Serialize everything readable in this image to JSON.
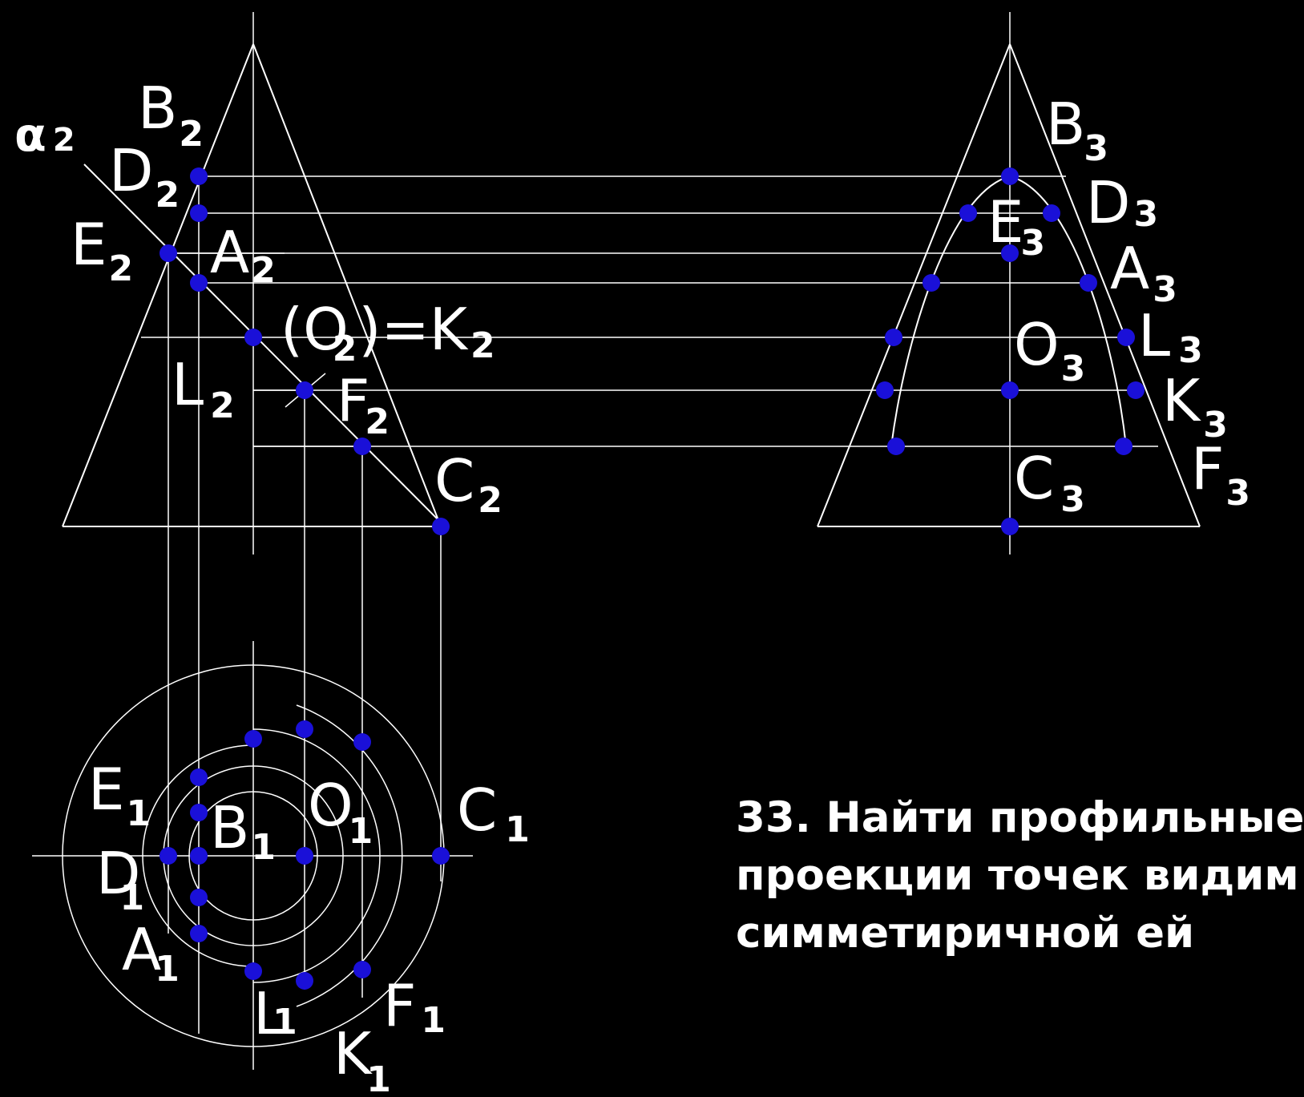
{
  "labels": {
    "alpha2": {
      "main": "α",
      "sub": "2"
    },
    "B2": {
      "main": "B",
      "sub": "2"
    },
    "D2": {
      "main": "D",
      "sub": "2"
    },
    "E2": {
      "main": "E",
      "sub": "2"
    },
    "A2": {
      "main": "A",
      "sub": "2"
    },
    "O2K2": {
      "main": "(O",
      "sub1": "2",
      "main2": ")=K",
      "sub2": "2"
    },
    "L2": {
      "main": "L",
      "sub": "2"
    },
    "F2": {
      "main": "F",
      "sub": "2"
    },
    "C2": {
      "main": "C",
      "sub": "2"
    },
    "B3": {
      "main": "B",
      "sub": "3"
    },
    "E3": {
      "main": "E",
      "sub": "3"
    },
    "D3": {
      "main": "D",
      "sub": "3"
    },
    "A3": {
      "main": "A",
      "sub": "3"
    },
    "O3": {
      "main": "O",
      "sub": "3"
    },
    "L3": {
      "main": "L",
      "sub": "3"
    },
    "K3": {
      "main": "K",
      "sub": "3"
    },
    "F3": {
      "main": "F",
      "sub": "3"
    },
    "C3": {
      "main": "C",
      "sub": "3"
    },
    "E1": {
      "main": "E",
      "sub": "1"
    },
    "B1": {
      "main": "B",
      "sub": "1"
    },
    "O1": {
      "main": "O",
      "sub": "1"
    },
    "C1": {
      "main": "C",
      "sub": "1"
    },
    "D1": {
      "main": "D",
      "sub": "1"
    },
    "A1": {
      "main": "A",
      "sub": "1"
    },
    "L1": {
      "main": "L",
      "sub": "1"
    },
    "F1": {
      "main": "F",
      "sub": "1"
    },
    "K1": {
      "main": "K",
      "sub": "1"
    }
  },
  "task": {
    "line1": "33. Найти профильные",
    "line2": "проекции точек видим",
    "line3": "симметиричной ей"
  },
  "colors": {
    "background": "#000000",
    "lines": "#ffffff",
    "points": "#1a10d8"
  }
}
